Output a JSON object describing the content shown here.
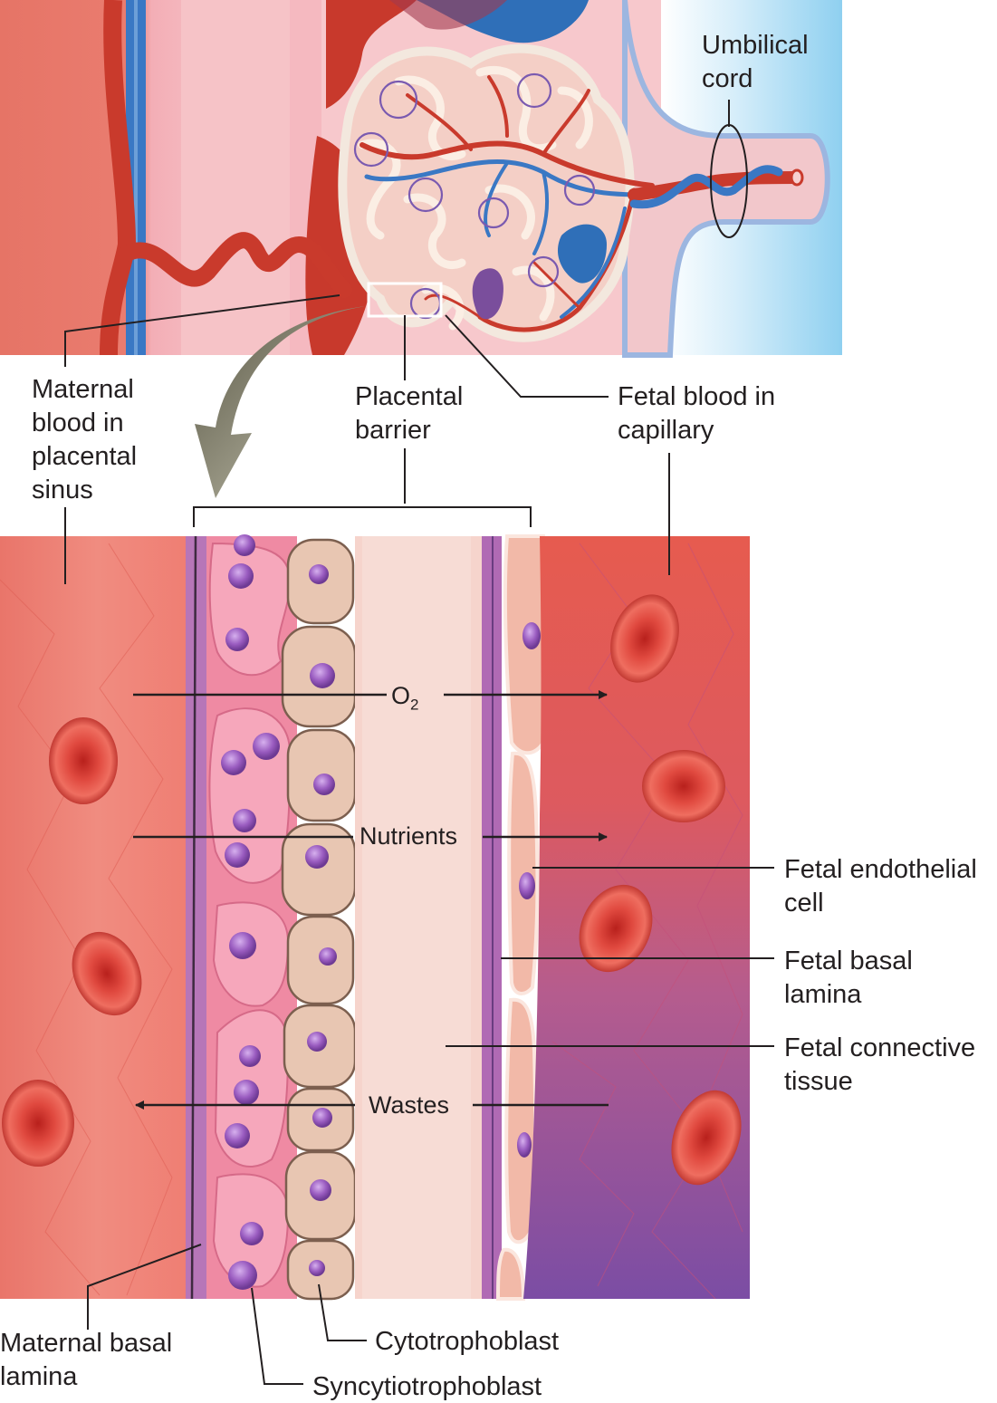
{
  "labels": {
    "umbilical_cord": "Umbilical\ncord",
    "maternal_blood": "Maternal\nblood in\nplacental\nsinus",
    "placental_barrier": "Placental\nbarrier",
    "fetal_blood": "Fetal blood in\ncapillary",
    "fetal_endothelial": "Fetal endothelial\ncell",
    "fetal_basal": "Fetal basal\nlamina",
    "fetal_connective": "Fetal connective\ntissue",
    "maternal_basal": "Maternal basal\nlamina",
    "cytotrophoblast": "Cytotrophoblast",
    "syncytiotrophoblast": "Syncytiotrophoblast"
  },
  "flows": {
    "oxygen_symbol": "O",
    "oxygen_subscript": "2",
    "nutrients": "Nutrients",
    "wastes": "Wastes"
  },
  "colors": {
    "maternal_blood": "#e8685c",
    "fetal_blood_red": "#e2554a",
    "fetal_tissue_purple": "#8a54a8",
    "syncytio_pink": "#f08aa4",
    "cyto_tan": "#d8b29a",
    "nucleus_purple": "#9a5cc0",
    "artery_red": "#c93a2c",
    "vein_blue": "#3a78c4",
    "arrow_gray": "#8f8d78"
  }
}
